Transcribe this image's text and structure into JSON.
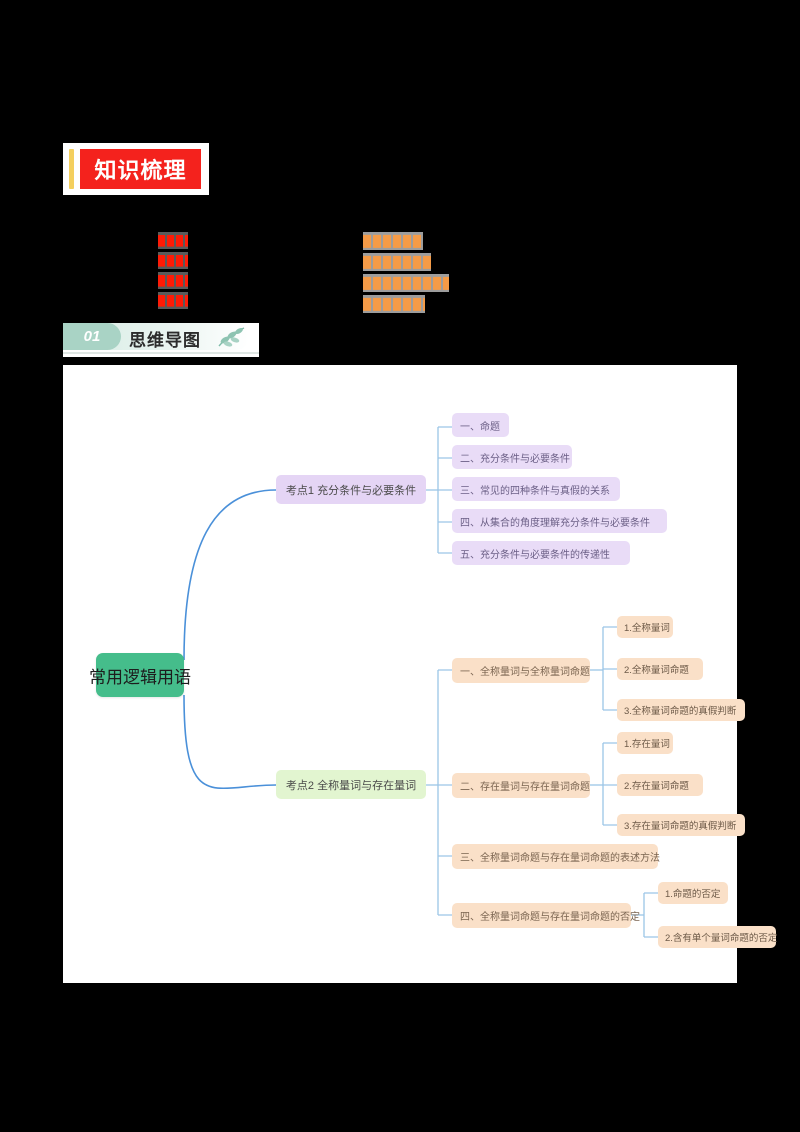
{
  "page": {
    "background_color": "#000000",
    "canvas_color": "#ffffff"
  },
  "knowledge_banner": {
    "label": "知识梳理",
    "accent_color": "#f4221d",
    "bar_color": "#f4cf5e"
  },
  "obscured_blocks": {
    "red_block": {
      "description": "redacted-red-text",
      "color": "#ff1a05",
      "lines": 4
    },
    "orange_block": {
      "description": "redacted-orange-text",
      "color": "#f59b47",
      "lines": 4
    }
  },
  "section_header": {
    "number": "01",
    "title": "思维导图",
    "badge_color": "#a9d3c5"
  },
  "mindmap": {
    "root": {
      "label": "常用逻辑用语",
      "color": "#45bd8b"
    },
    "branches": [
      {
        "label": "考点1 充分条件与必要条件",
        "color": "#e5d5f5",
        "children": [
          {
            "label": "一、命题"
          },
          {
            "label": "二、充分条件与必要条件"
          },
          {
            "label": "三、常见的四种条件与真假的关系"
          },
          {
            "label": "四、从集合的角度理解充分条件与必要条件"
          },
          {
            "label": "五、充分条件与必要条件的传递性"
          }
        ]
      },
      {
        "label": "考点2 全称量词与存在量词",
        "color": "#e2f5d0",
        "children": [
          {
            "label": "一、全称量词与全称量词命题",
            "children": [
              {
                "label": "1.全称量词"
              },
              {
                "label": "2.全称量词命题"
              },
              {
                "label": "3.全称量词命题的真假判断"
              }
            ]
          },
          {
            "label": "二、存在量词与存在量词命题",
            "children": [
              {
                "label": "1.存在量词"
              },
              {
                "label": "2.存在量词命题"
              },
              {
                "label": "3.存在量词命题的真假判断"
              }
            ]
          },
          {
            "label": "三、全称量词命题与存在量词命题的表述方法",
            "children": []
          },
          {
            "label": "四、全称量词命题与存在量词命题的否定",
            "children": [
              {
                "label": "1.命题的否定"
              },
              {
                "label": "2.含有单个量词命题的否定"
              }
            ]
          }
        ]
      }
    ],
    "link_color": "#4a90d9",
    "sublink_color": "#9cc5e6"
  }
}
